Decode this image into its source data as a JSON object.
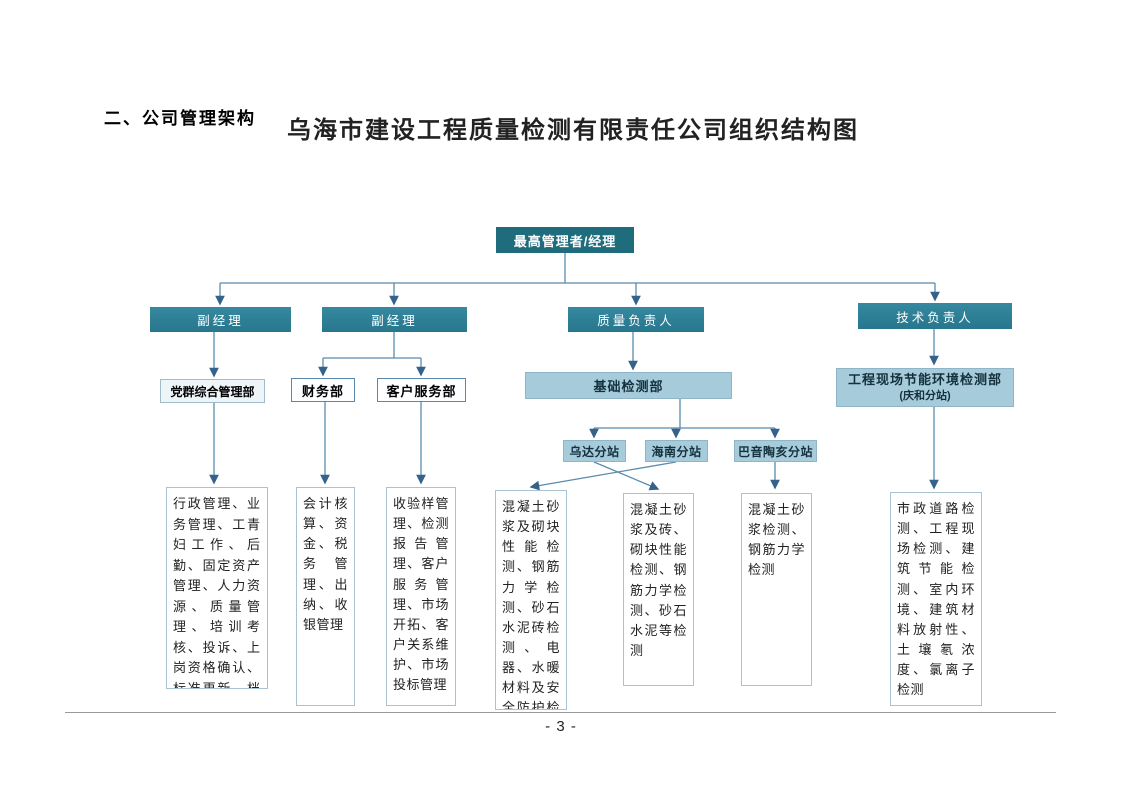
{
  "page": {
    "section_heading": "二、公司管理架构",
    "chart_title": "乌海市建设工程质量检测有限责任公司组织结构图",
    "page_number": "- 3 -"
  },
  "colors": {
    "top_box": "#1f6c7d",
    "level2_box": "#2a7e95",
    "light_blue_box": "#a6cbdb",
    "connector_line": "#5b8bac",
    "arrow_head": "#35628a"
  },
  "org": {
    "top": {
      "label": "最高管理者/经理"
    },
    "level2": [
      {
        "label": "副经理"
      },
      {
        "label": "副经理"
      },
      {
        "label": "质量负责人"
      },
      {
        "label": "技术负责人"
      }
    ],
    "departments": {
      "party": {
        "label": "党群综合管理部"
      },
      "finance": {
        "label": "财务部"
      },
      "customer": {
        "label": "客户服务部"
      },
      "basic": {
        "label": "基础检测部"
      },
      "site": {
        "label": "工程现场节能环境检测部",
        "sublabel": "(庆和分站)"
      }
    },
    "stations": [
      {
        "label": "乌达分站"
      },
      {
        "label": "海南分站"
      },
      {
        "label": "巴音陶亥分站"
      }
    ],
    "duties": {
      "party": "行政管理、业务管理、工青妇工作、后勤、固定资产管理、人力资源、质量管理、培训考核、投诉、上岗资格确认、标准更新、档案管理、仪器设备管理",
      "finance": "会计核算、资金、税务管理、出纳、收银管理",
      "customer": "收验样管理、检测报告管理、客户服务管理、市场开拓、客户关系维护、市场投标管理",
      "station1": "混凝土砂浆及砌块性能检测、钢筋力学检测、砂石水泥砖检测、电器、水暖材料及安全防护检测、掺和料检测",
      "station2": "混凝土砂浆及砖、砌块性能检测、钢筋力学检测、砂石水泥等检测",
      "station3": "混凝土砂浆检测、钢筋力学检测",
      "site": "市政道路检测、工程现场检测、建筑节能检测、室内环境、建筑材料放射性、土壤氡浓度、氯离子检测"
    }
  }
}
